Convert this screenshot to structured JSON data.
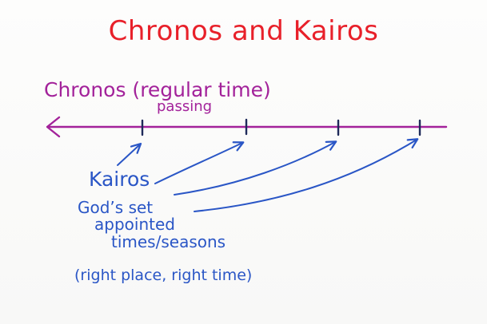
{
  "title": "Chronos and Kairos",
  "timeline": {
    "label": "Chronos (regular time)",
    "sublabel": "passing"
  },
  "kairos": {
    "label": "Kairos",
    "description_lines": [
      "God’s set",
      "appointed",
      "times/seasons"
    ],
    "note": "(right place, right time)"
  },
  "colors": {
    "title": "#e8202a",
    "timeline": "#a3229a",
    "kairos": "#2a56c6"
  }
}
